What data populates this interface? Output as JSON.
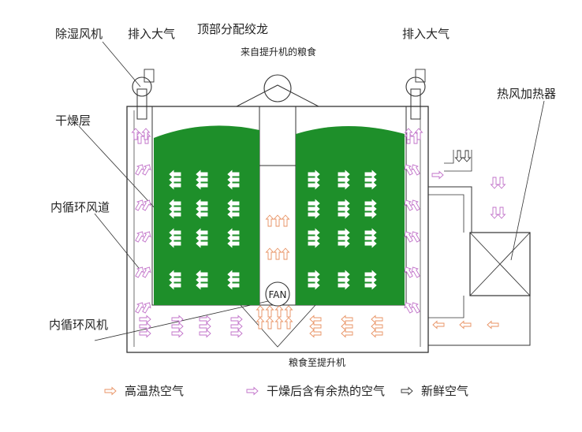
{
  "labels": {
    "dehumid_fan": "除湿风机",
    "exhaust_left": "排入大气",
    "top_auger": "顶部分配绞龙",
    "from_elevator": "来自提升机的粮食",
    "exhaust_right": "排入大气",
    "dry_layer": "干燥层",
    "hot_heater": "热风加热器",
    "inner_duct": "内循环风道",
    "inner_fan": "内循环风机",
    "to_elevator": "粮食至提升机",
    "fan_text": "FAN"
  },
  "legend": [
    {
      "label": "高温热空气",
      "color": "#e89060"
    },
    {
      "label": "干燥后含有余热的空气",
      "color": "#c070c8"
    },
    {
      "label": "新鲜空气",
      "color": "#333333"
    }
  ],
  "colors": {
    "grain": "#1e8f2a",
    "hot": "#e89060",
    "warm": "#c070c8",
    "fresh": "#333333",
    "line": "#333333"
  }
}
